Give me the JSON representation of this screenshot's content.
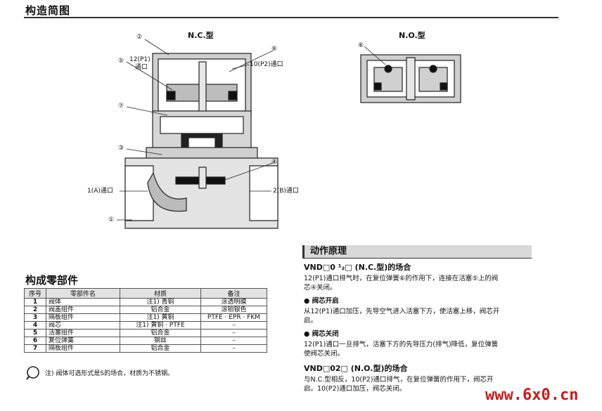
{
  "page_title": "构造简图",
  "nc_label": "N.C.型",
  "no_label": "N.O.型",
  "callouts": {
    "c2": "②",
    "c12p1_line1": "12(P1)",
    "c12p1_line2": "通口",
    "c5": "⑤",
    "c6": "⑥",
    "c10p2": "10(P2)通口",
    "c7": "⑦",
    "c3": "③",
    "c4": "④",
    "c1a": "1(A)通口",
    "c2b": "2(B)通口",
    "c1": "①",
    "no_c6": "⑥"
  },
  "parts_title": "构成零部件",
  "parts_table": {
    "headers": [
      "序号",
      "零部件名",
      "材质",
      "备注"
    ],
    "rows": [
      [
        "1",
        "阀体",
        "注1) 青铜",
        "涂透明膜"
      ],
      [
        "2",
        "阀盖组件",
        "铝合金",
        "涂铂银色"
      ],
      [
        "3",
        "隔板组件",
        "注1) 黄铜",
        "PTFE · EPR · FKM"
      ],
      [
        "4",
        "阀芯",
        "注1) 黄铜 · PTFE",
        "–"
      ],
      [
        "5",
        "活塞组件",
        "铝合金",
        "–"
      ],
      [
        "6",
        "复位弹簧",
        "钢丝",
        "–"
      ],
      [
        "7",
        "隔板组件",
        "铝合金",
        "–"
      ]
    ]
  },
  "note": "注) 阀体可选形式是S的场合，材质为不锈钢。",
  "principle_title": "动作原理",
  "principle": {
    "nc_heading": "VND□0 ¹₂□ (N.C.型)的场合",
    "nc_desc_1": "12(P1)通口排气时，在复位弹簧⑥的作用下，连接在活塞⑤上的阀",
    "nc_desc_2": "芯④关闭。",
    "open_heading": "● 阀芯开启",
    "open_desc_1": "从12(P1)通口加压，先导空气进入活塞下方，使活塞上移，阀芯开",
    "open_desc_2": "启。",
    "close_heading": "● 阀芯关闭",
    "close_desc_1": "12(P1)通口一旦排气，活塞下方的先导压力(排气)降低，复位弹簧",
    "close_desc_2": "使阀芯关闭。",
    "no_heading": "VND□02□ (N.O.型)的场合",
    "no_desc_1": "与N.C.型相反，10(P2)通口排气，在复位弹簧的作用下，阀芯开",
    "no_desc_2": "启。10(P2)通口加压，阀芯关闭。"
  },
  "watermark": "www.6x0.cn"
}
